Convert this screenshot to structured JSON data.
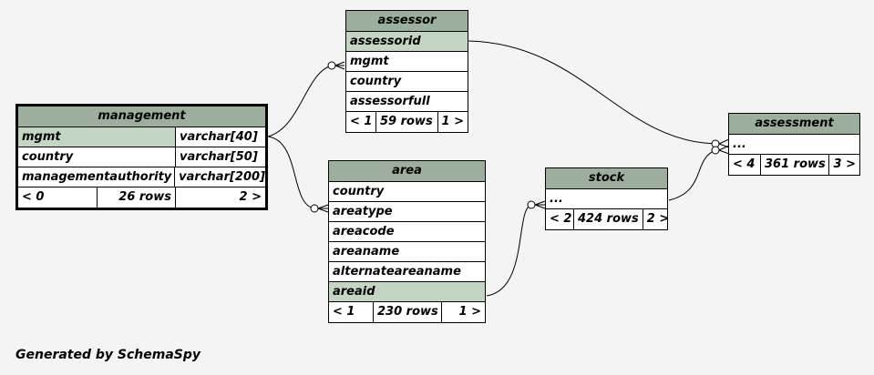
{
  "tables": {
    "assessor": {
      "name": "assessor",
      "columns": [
        "assessorid",
        "mgmt",
        "country",
        "assessorfull"
      ],
      "primary_key": "assessorid",
      "footer": {
        "left": "< 1",
        "rows": "59 rows",
        "right": "1 >"
      }
    },
    "management": {
      "name": "management",
      "columns": [
        {
          "name": "mgmt",
          "type": "varchar[40]"
        },
        {
          "name": "country",
          "type": "varchar[50]"
        },
        {
          "name": "managementauthority",
          "type": "varchar[200]"
        }
      ],
      "primary_key": "mgmt",
      "footer": {
        "left": "< 0",
        "rows": "26 rows",
        "right": "2 >"
      }
    },
    "area": {
      "name": "area",
      "columns": [
        "country",
        "areatype",
        "areacode",
        "areaname",
        "alternateareaname",
        "areaid"
      ],
      "primary_key": "areaid",
      "footer": {
        "left": "< 1",
        "rows": "230 rows",
        "right": "1 >"
      }
    },
    "stock": {
      "name": "stock",
      "columns": [
        "..."
      ],
      "footer": {
        "left": "< 2",
        "rows": "424 rows",
        "right": "2 >"
      }
    },
    "assessment": {
      "name": "assessment",
      "columns": [
        "..."
      ],
      "footer": {
        "left": "< 4",
        "rows": "361 rows",
        "right": "3 >"
      }
    }
  },
  "relationships": [
    {
      "from": "management.mgmt",
      "to": "assessor.mgmt"
    },
    {
      "from": "management.mgmt",
      "to": "area.areatype"
    },
    {
      "from": "assessor.assessorid",
      "to": "assessment"
    },
    {
      "from": "stock",
      "to": "assessment"
    },
    {
      "from": "area.areaid",
      "to": "stock"
    }
  ],
  "colors": {
    "header": "#9cae9c",
    "primary_key": "#c2d6c2",
    "background": "#f4f4f4"
  },
  "footer_text": "Generated by SchemaSpy"
}
